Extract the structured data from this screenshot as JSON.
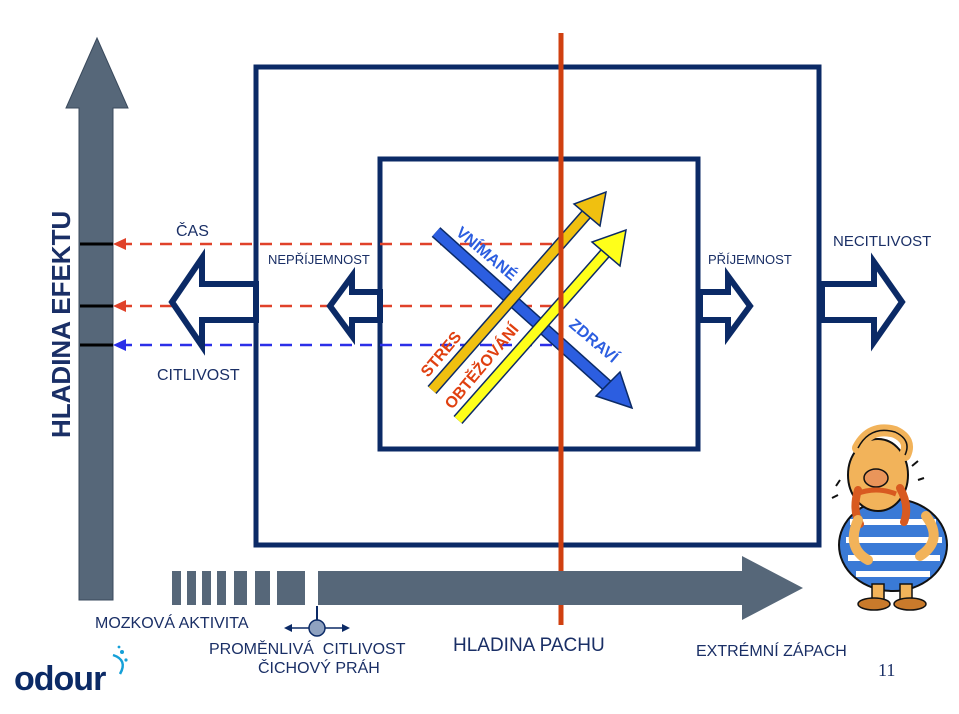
{
  "labels": {
    "y_axis": "HLADINA EFEKTU",
    "cas": "ČAS",
    "citlivost": "CITLIVOST",
    "neprijemnost": "NEPŘÍJEMNOST",
    "prijemnost": "PŘÍJEMNOST",
    "necitlivost": "NECITLIVOST",
    "vnimane": "VNÍMANÉ",
    "zdravi": "ZDRAVÍ",
    "stres": "STRES",
    "obtezovani": "OBTĚŽOVÁNÍ",
    "mozkova_aktivita": "MOZKOVÁ AKTIVITA",
    "promenliva_citlivost": "PROMĚNLIVÁ  CITLIVOST",
    "cichovy_prah": "ČICHOVÝ PRÁH",
    "hladina_pachu": "HLADINA PACHU",
    "extremni_zapach": "EXTRÉMNÍ ZÁPACH",
    "page_number": "11",
    "logo": "odour"
  },
  "colors": {
    "navy": "#0b2a66",
    "slate": "#566779",
    "red_line": "#d04010",
    "red_dash": "#e0422a",
    "blue_dash": "#2b2fe8",
    "blue_arrow": "#2c5ee0",
    "gold_arrow": "#f0c010",
    "yellow_arrow": "#ffff1a",
    "label_red": "#e04010",
    "logo_blue": "#15a0d8"
  }
}
